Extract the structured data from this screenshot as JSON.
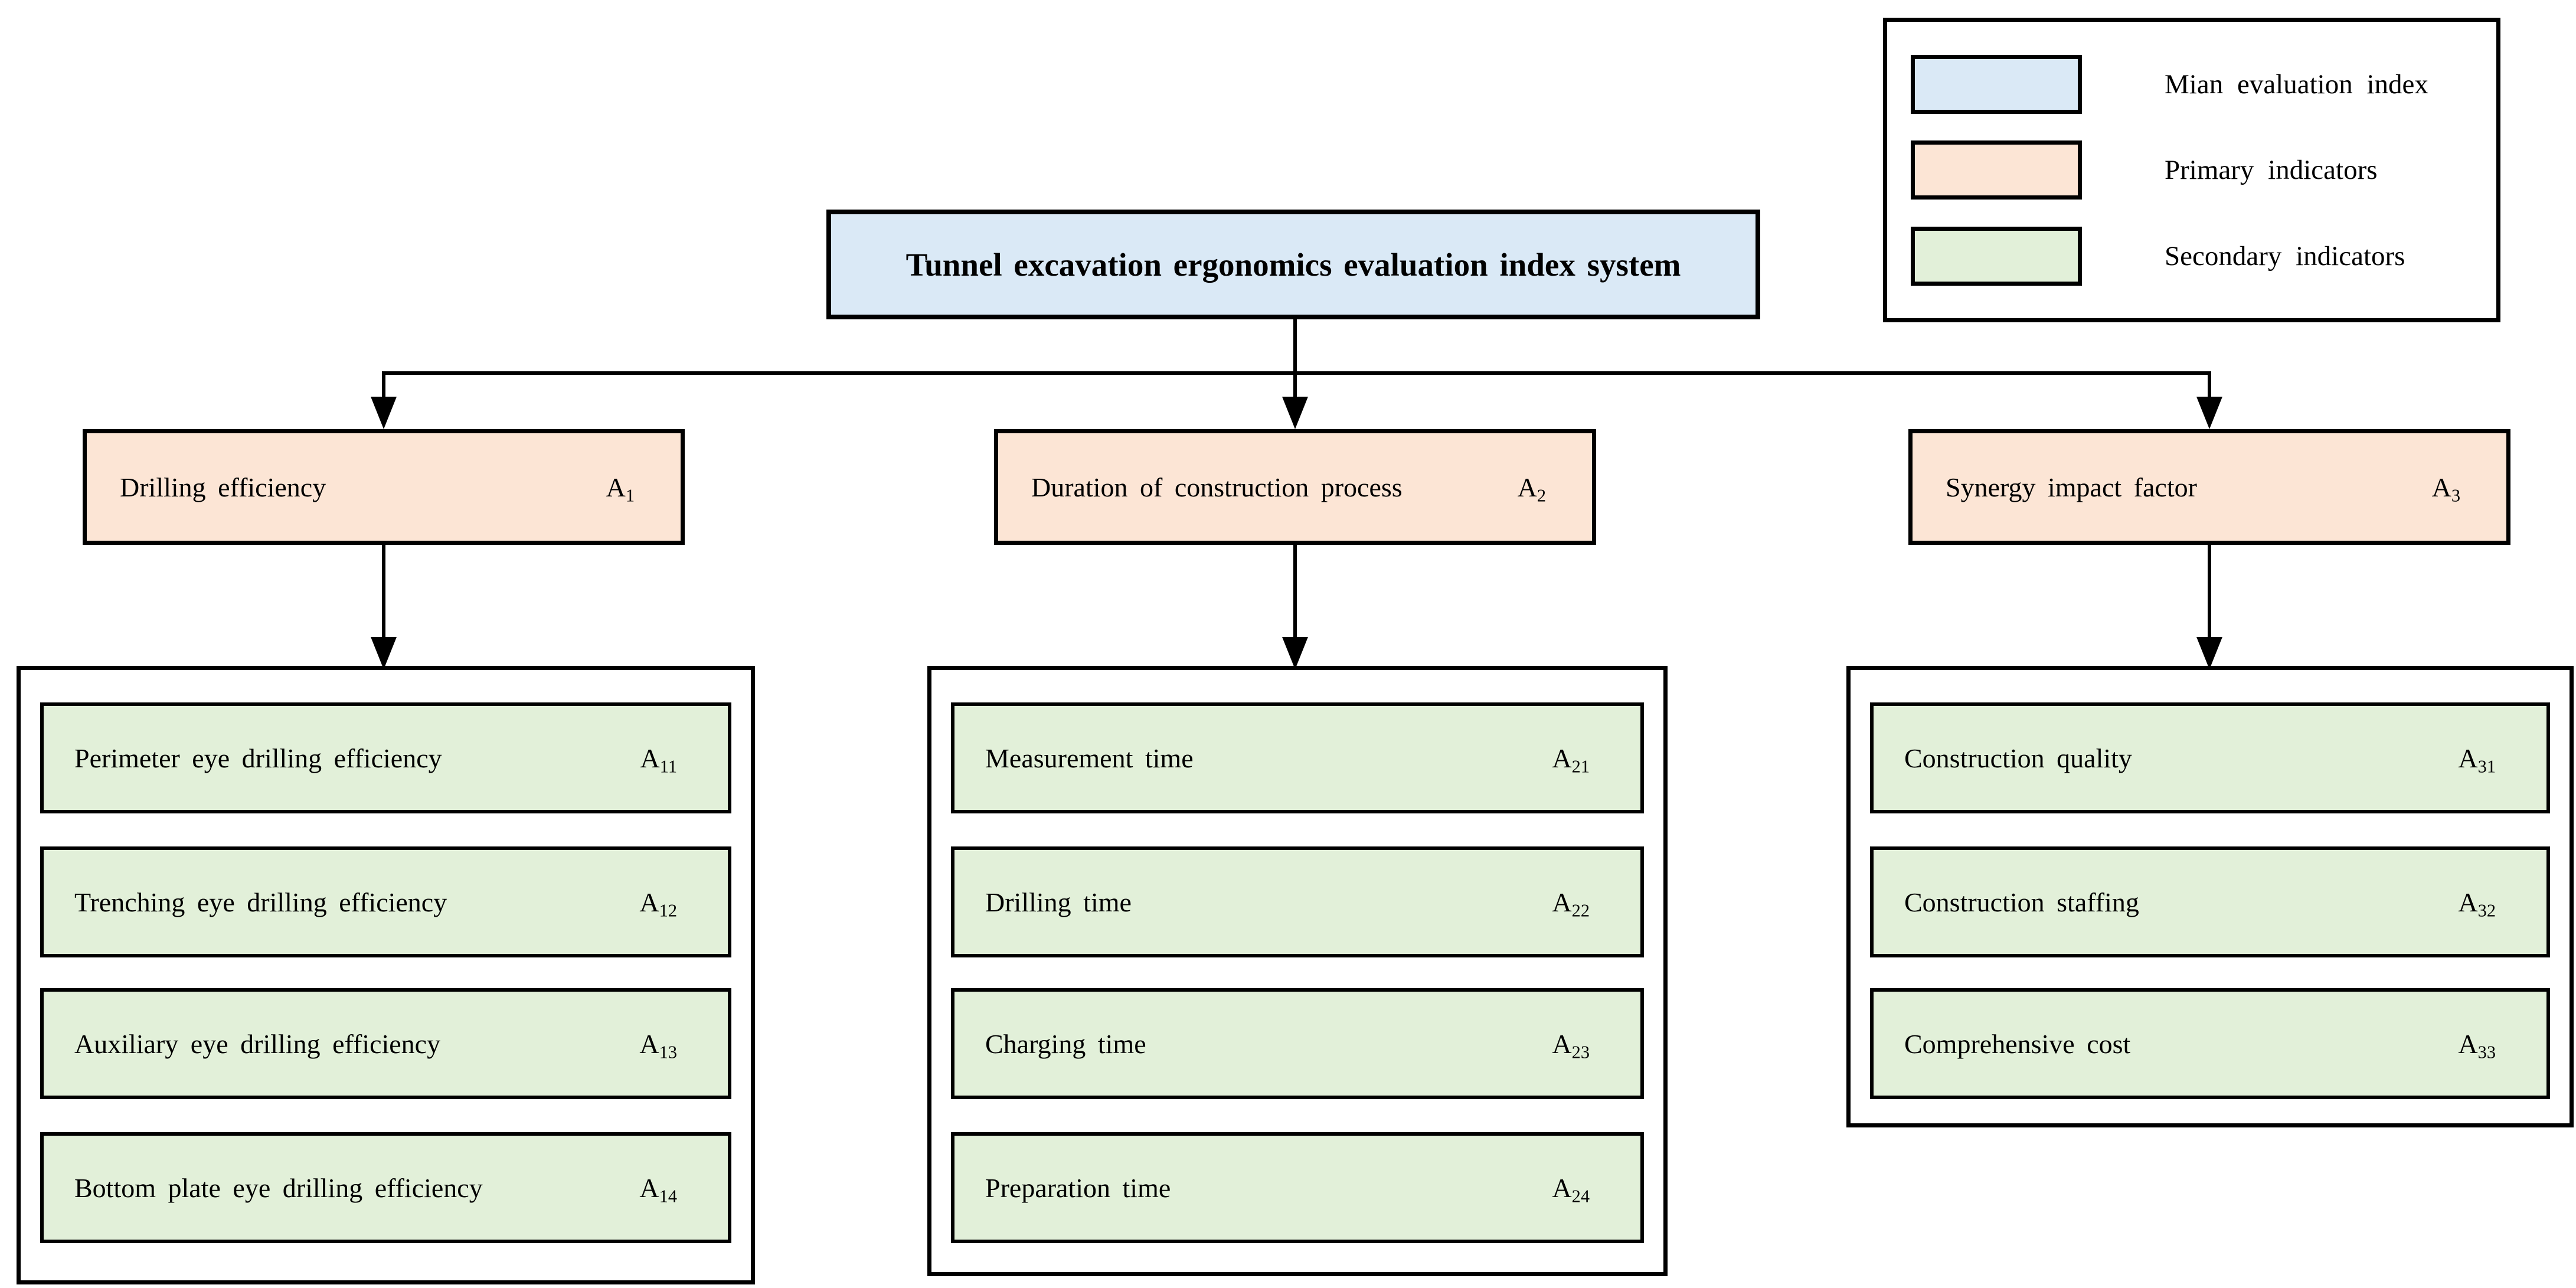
{
  "title": {
    "label": "Tunnel excavation ergonomics evaluation index system"
  },
  "legend": {
    "items": [
      {
        "label": "Mian evaluation index",
        "color": "#DAE9F6"
      },
      {
        "label": "Primary indicators",
        "color": "#FCE5D5"
      },
      {
        "label": "Secondary indicators",
        "color": "#E2F0D9"
      }
    ]
  },
  "branches": [
    {
      "label": "Drilling efficiency",
      "code": "A",
      "sub": "1",
      "children": [
        {
          "label": "Perimeter eye drilling efficiency",
          "code": "A",
          "sub": "11"
        },
        {
          "label": "Trenching eye drilling efficiency",
          "code": "A",
          "sub": "12"
        },
        {
          "label": "Auxiliary eye drilling efficiency",
          "code": "A",
          "sub": "13"
        },
        {
          "label": "Bottom plate eye drilling efficiency",
          "code": "A",
          "sub": "14"
        }
      ]
    },
    {
      "label": "Duration of construction process",
      "code": "A",
      "sub": "2",
      "children": [
        {
          "label": "Measurement time",
          "code": "A",
          "sub": "21"
        },
        {
          "label": "Drilling time",
          "code": "A",
          "sub": "22"
        },
        {
          "label": "Charging time",
          "code": "A",
          "sub": "23"
        },
        {
          "label": "Preparation time",
          "code": "A",
          "sub": "24"
        }
      ]
    },
    {
      "label": "Synergy impact factor",
      "code": "A",
      "sub": "3",
      "children": [
        {
          "label": "Construction quality",
          "code": "A",
          "sub": "31"
        },
        {
          "label": "Construction staffing",
          "code": "A",
          "sub": "32"
        },
        {
          "label": "Comprehensive cost",
          "code": "A",
          "sub": "33"
        }
      ]
    }
  ],
  "colors": {
    "main_fill": "#DAE9F6",
    "primary_fill": "#FCE5D5",
    "secondary_fill": "#E2F0D9",
    "border": "#000000",
    "connector": "#000000",
    "background": "#FFFFFF"
  }
}
